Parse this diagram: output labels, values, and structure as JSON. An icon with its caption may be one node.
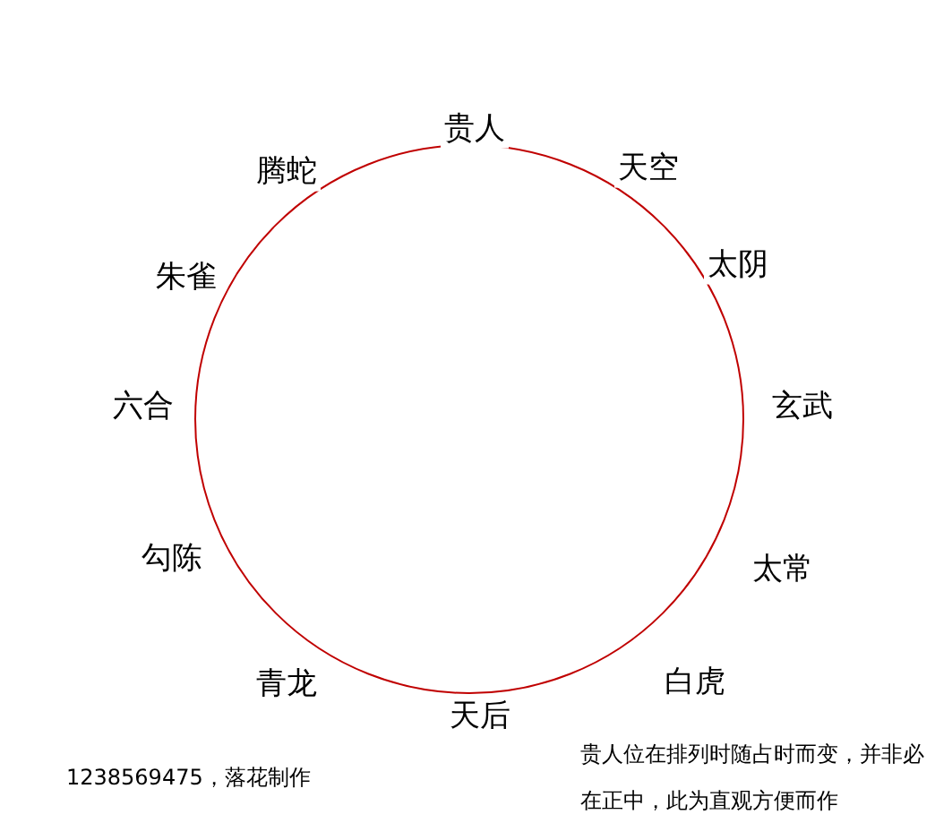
{
  "diagram": {
    "labels": [
      "贵人",
      "天空",
      "太阴",
      "玄武",
      "太常",
      "白虎",
      "天后",
      "青龙",
      "勾陈",
      "六合",
      "朱雀",
      "腾蛇",
      "1238569475，落花制作",
      "贵人位在排列时随占时而变，并非必在正中，此为直观方便而作"
    ]
  }
}
